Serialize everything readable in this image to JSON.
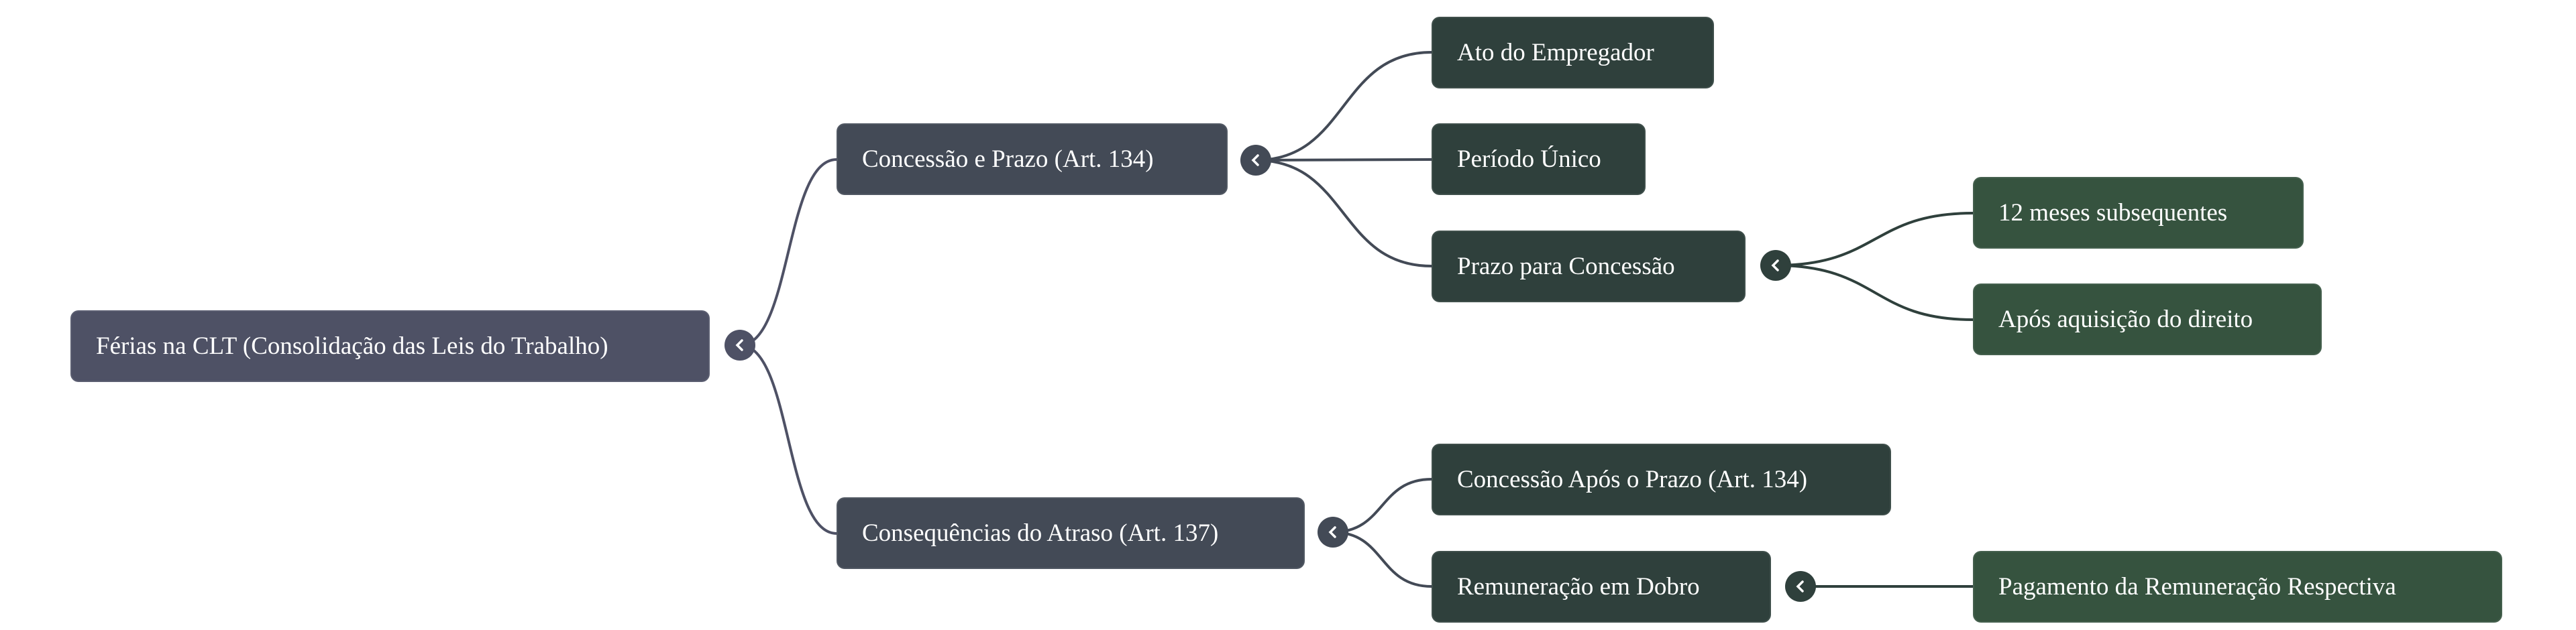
{
  "colors": {
    "root": "#4e5165",
    "level1": "#434a56",
    "level2": "#2f403c",
    "level3": "#36533f"
  },
  "root": {
    "label": "Férias na CLT (Consolidação das Leis do Trabalho)",
    "toggle_icon": "collapse-chevron-left"
  },
  "branches": [
    {
      "label": "Concessão e Prazo (Art. 134)",
      "children": [
        {
          "label": "Ato do Empregador"
        },
        {
          "label": "Período Único"
        },
        {
          "label": "Prazo para Concessão",
          "children": [
            {
              "label": "12 meses subsequentes"
            },
            {
              "label": "Após aquisição do direito"
            }
          ]
        }
      ]
    },
    {
      "label": "Consequências do Atraso (Art. 137)",
      "children": [
        {
          "label": "Concessão Após o Prazo (Art. 134)"
        },
        {
          "label": "Remuneração em Dobro",
          "children": [
            {
              "label": "Pagamento da Remuneração Respectiva"
            }
          ]
        }
      ]
    }
  ]
}
